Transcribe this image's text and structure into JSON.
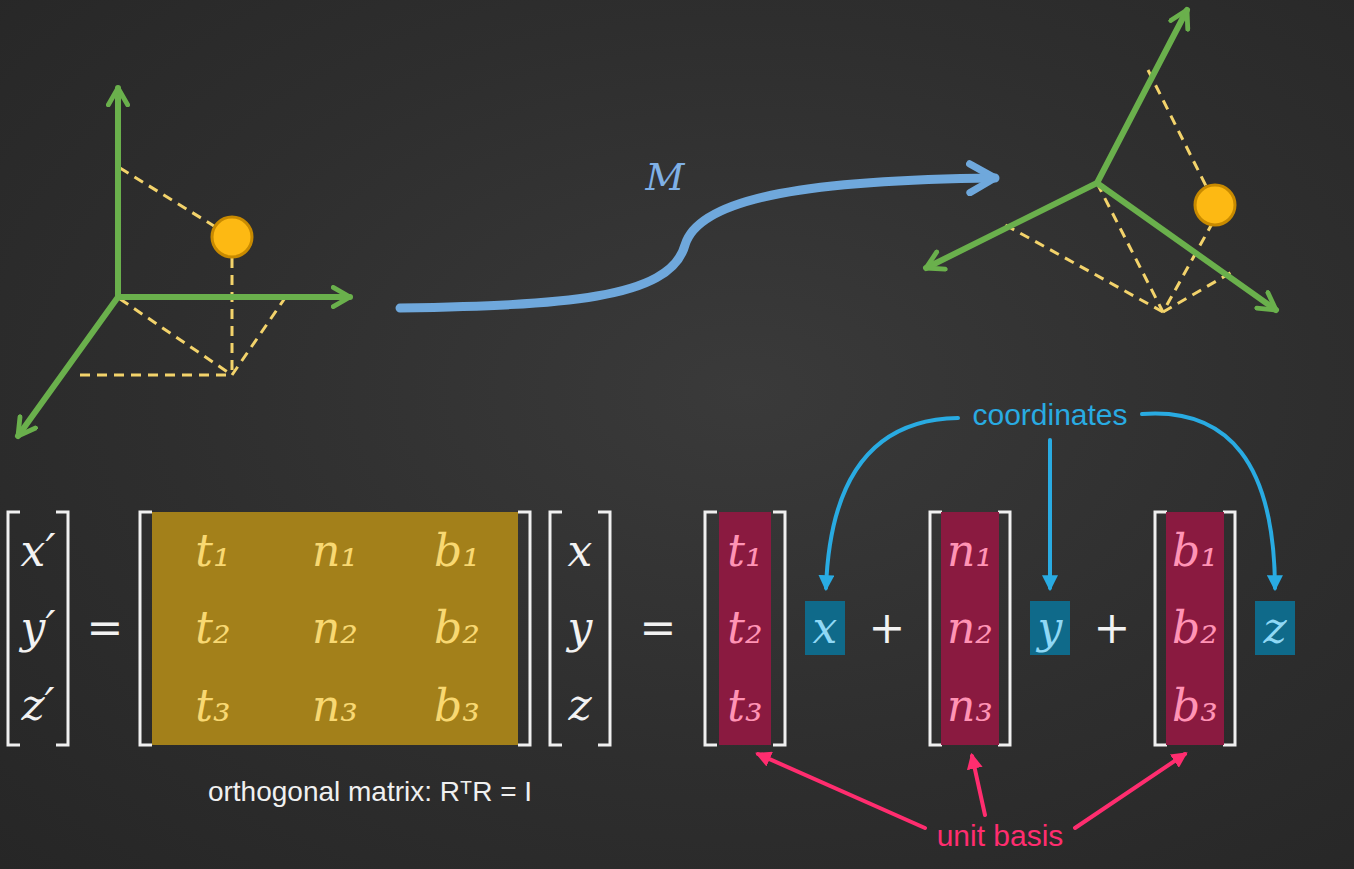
{
  "diagram": {
    "nodes": [
      {
        "text": [
          "t₁",
          "n₁",
          "b₁",
          "t₂",
          "n₂",
          "b₂",
          "t₃",
          "n₃",
          "b₃"
        ]
      },
      {
        "text": [
          "t₁",
          "t₂",
          "t₃"
        ]
      },
      {
        "text": [
          "x"
        ]
      },
      {
        "text": [
          "n₁",
          "n₂",
          "n₃"
        ]
      },
      {
        "text": [
          "y"
        ]
      },
      {
        "text": [
          "b₁",
          "b₂",
          "b₃"
        ]
      },
      {
        "text": [
          "z"
        ]
      }
    ],
    "labels": [
      "M",
      "coordinates",
      "x′",
      "y′",
      "z′",
      "=",
      "x",
      "y",
      "z",
      "=",
      "+",
      "+",
      "unit basis",
      "orthogonal matrix: RᵀR = I"
    ]
  }
}
